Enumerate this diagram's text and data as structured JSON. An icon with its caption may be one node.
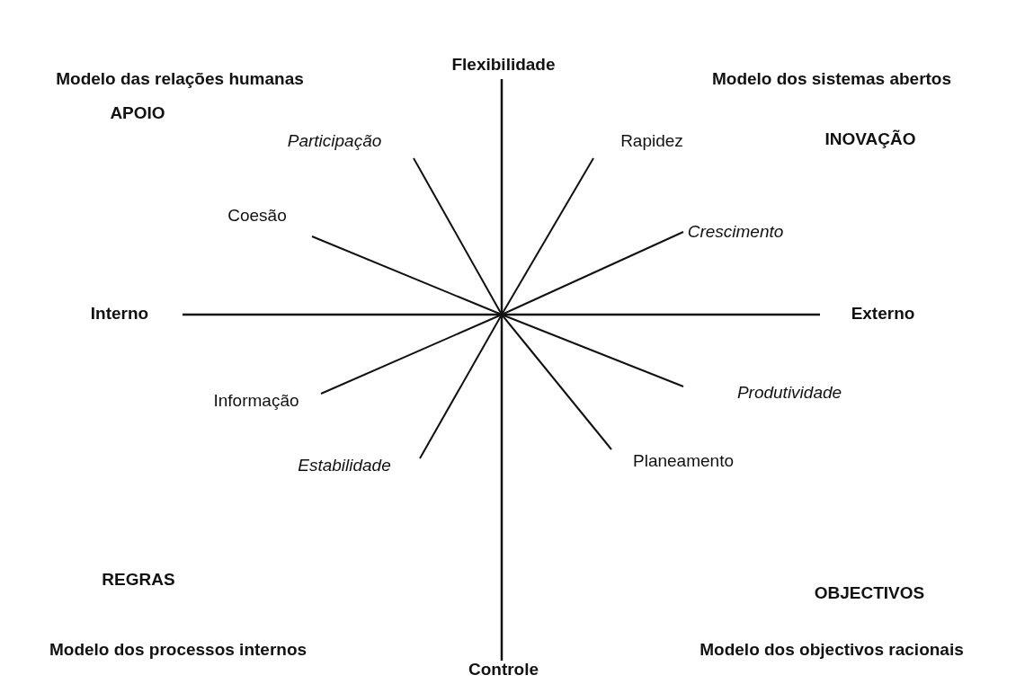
{
  "diagram": {
    "labels": [
      "Modelo das relações humanas",
      "Flexibilidade",
      "Modelo dos sistemas abertos",
      "APOIO",
      "Participação",
      "Rapidez",
      "INOVAÇÃO",
      "Coesão",
      "Crescimento",
      "Interno",
      "Externo",
      "Informação",
      "Produtividade",
      "Estabilidade",
      "Planeamento",
      "REGRAS",
      "OBJECTIVOS",
      "Modelo dos processos internos",
      "Controle",
      "Modelo dos objectivos racionais"
    ]
  }
}
